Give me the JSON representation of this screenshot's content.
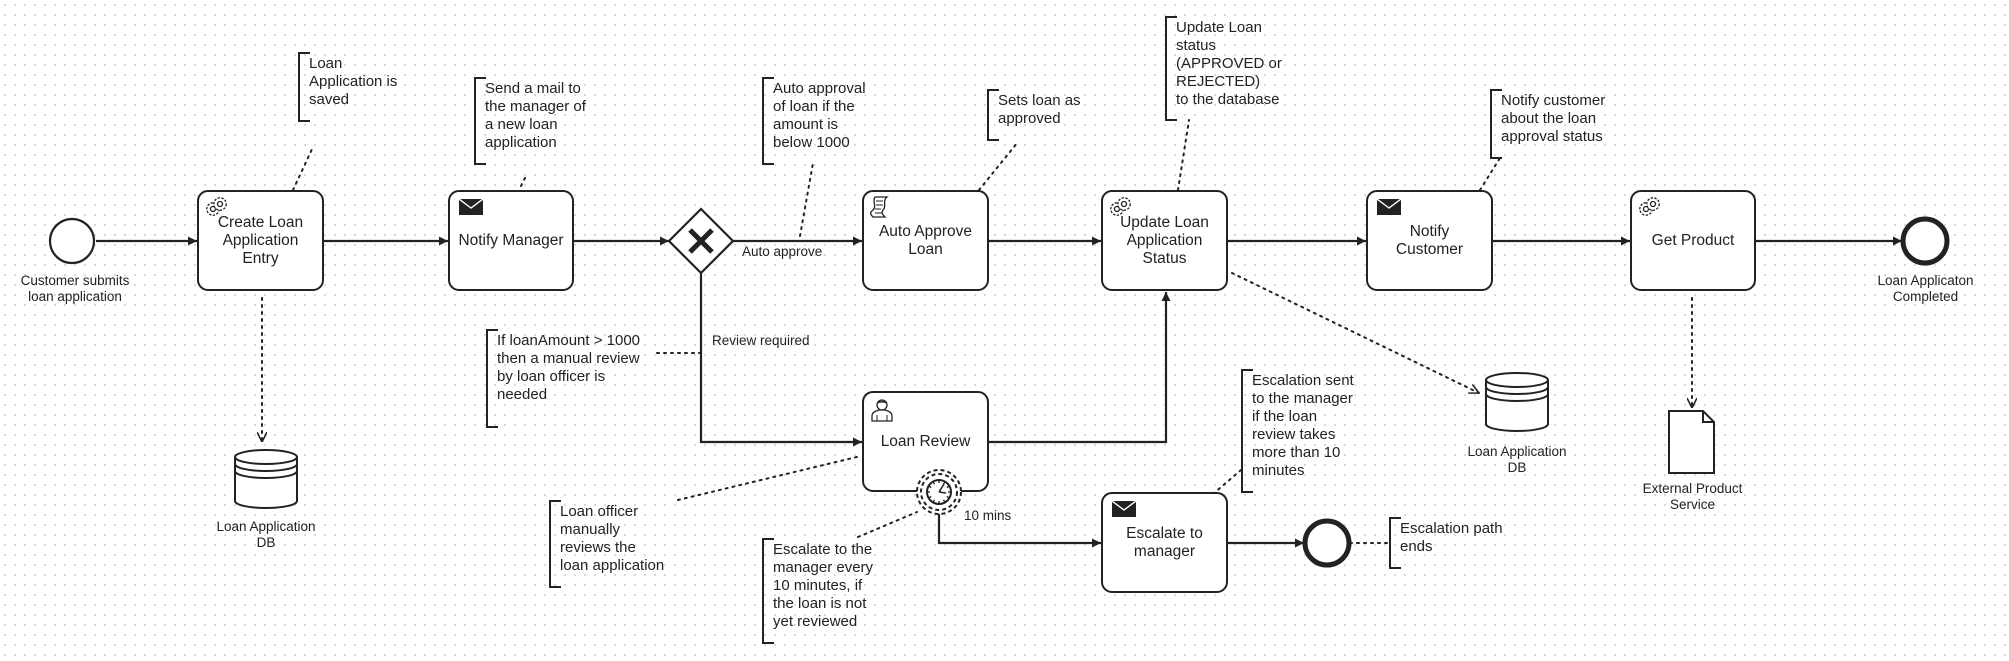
{
  "events": {
    "start_label": "Customer submits loan application",
    "end_label": "Loan Applicaton Completed",
    "escalation_end_label": ""
  },
  "tasks": {
    "create_loan": "Create Loan Application Entry",
    "notify_manager": "Notify Manager",
    "auto_approve": "Auto Approve Loan",
    "update_status": "Update Loan Application Status",
    "notify_customer": "Notify Customer",
    "get_product": "Get Product",
    "loan_review": "Loan Review",
    "escalate": "Escalate to manager"
  },
  "gateway": {
    "symbol": "X"
  },
  "flows": {
    "auto_approve": "Auto approve",
    "review_required": "Review required",
    "timer": "10 mins"
  },
  "data": {
    "db1": "Loan Application DB",
    "db2": "Loan Application DB",
    "external": "External Product Service"
  },
  "annotations": {
    "saved": "Loan\nApplication is\nsaved",
    "mail": "Send a mail to\nthe manager of\na new loan\napplication",
    "auto": "Auto approval\nof loan if the\namount is\nbelow 1000",
    "approved": "Sets loan as\napproved",
    "update": "Update Loan\nstatus\n(APPROVED or\nREJECTED)\nto the database",
    "notify": "Notify customer\nabout the loan\napproval status",
    "condition": "If loanAmount > 1000\nthen a manual review\nby loan officer is\nneeded",
    "review": "Loan officer\nmanually\nreviews the\nloan application",
    "escalate_every": "Escalate to the\nmanager every\n10 minutes, if\nthe loan is not\nyet reviewed",
    "escalation_sent": "Escalation sent\nto the manager\nif the loan\nreview takes\nmore than 10\nminutes",
    "path_ends": "Escalation path\nends"
  }
}
